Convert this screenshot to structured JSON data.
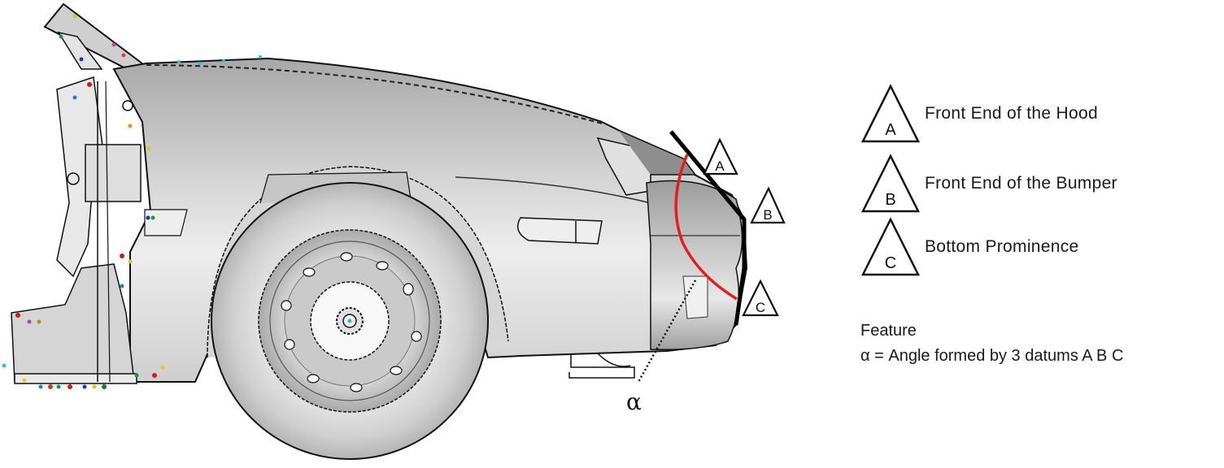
{
  "diagram": {
    "subject": "Vehicle front-end side view (FE mesh model) with datum annotations",
    "alpha_symbol": "α",
    "colors": {
      "body": "#c9c9c9",
      "body_light": "#e6e6e6",
      "body_dark": "#9a9a9a",
      "outline": "#111111",
      "angle_arc": "#e02020",
      "datum_line": "#000000",
      "background": "#ffffff"
    },
    "datums_on_vehicle": [
      {
        "id": "A",
        "label": "A"
      },
      {
        "id": "B",
        "label": "B"
      },
      {
        "id": "C",
        "label": "C"
      }
    ]
  },
  "legend": {
    "items": [
      {
        "symbol": "A",
        "label": "Front End of the Hood"
      },
      {
        "symbol": "B",
        "label": "Front End of the Bumper"
      },
      {
        "symbol": "C",
        "label": "Bottom Prominence"
      }
    ]
  },
  "feature": {
    "title": "Feature",
    "definition": "α =  Angle formed by 3 datums A B C"
  }
}
